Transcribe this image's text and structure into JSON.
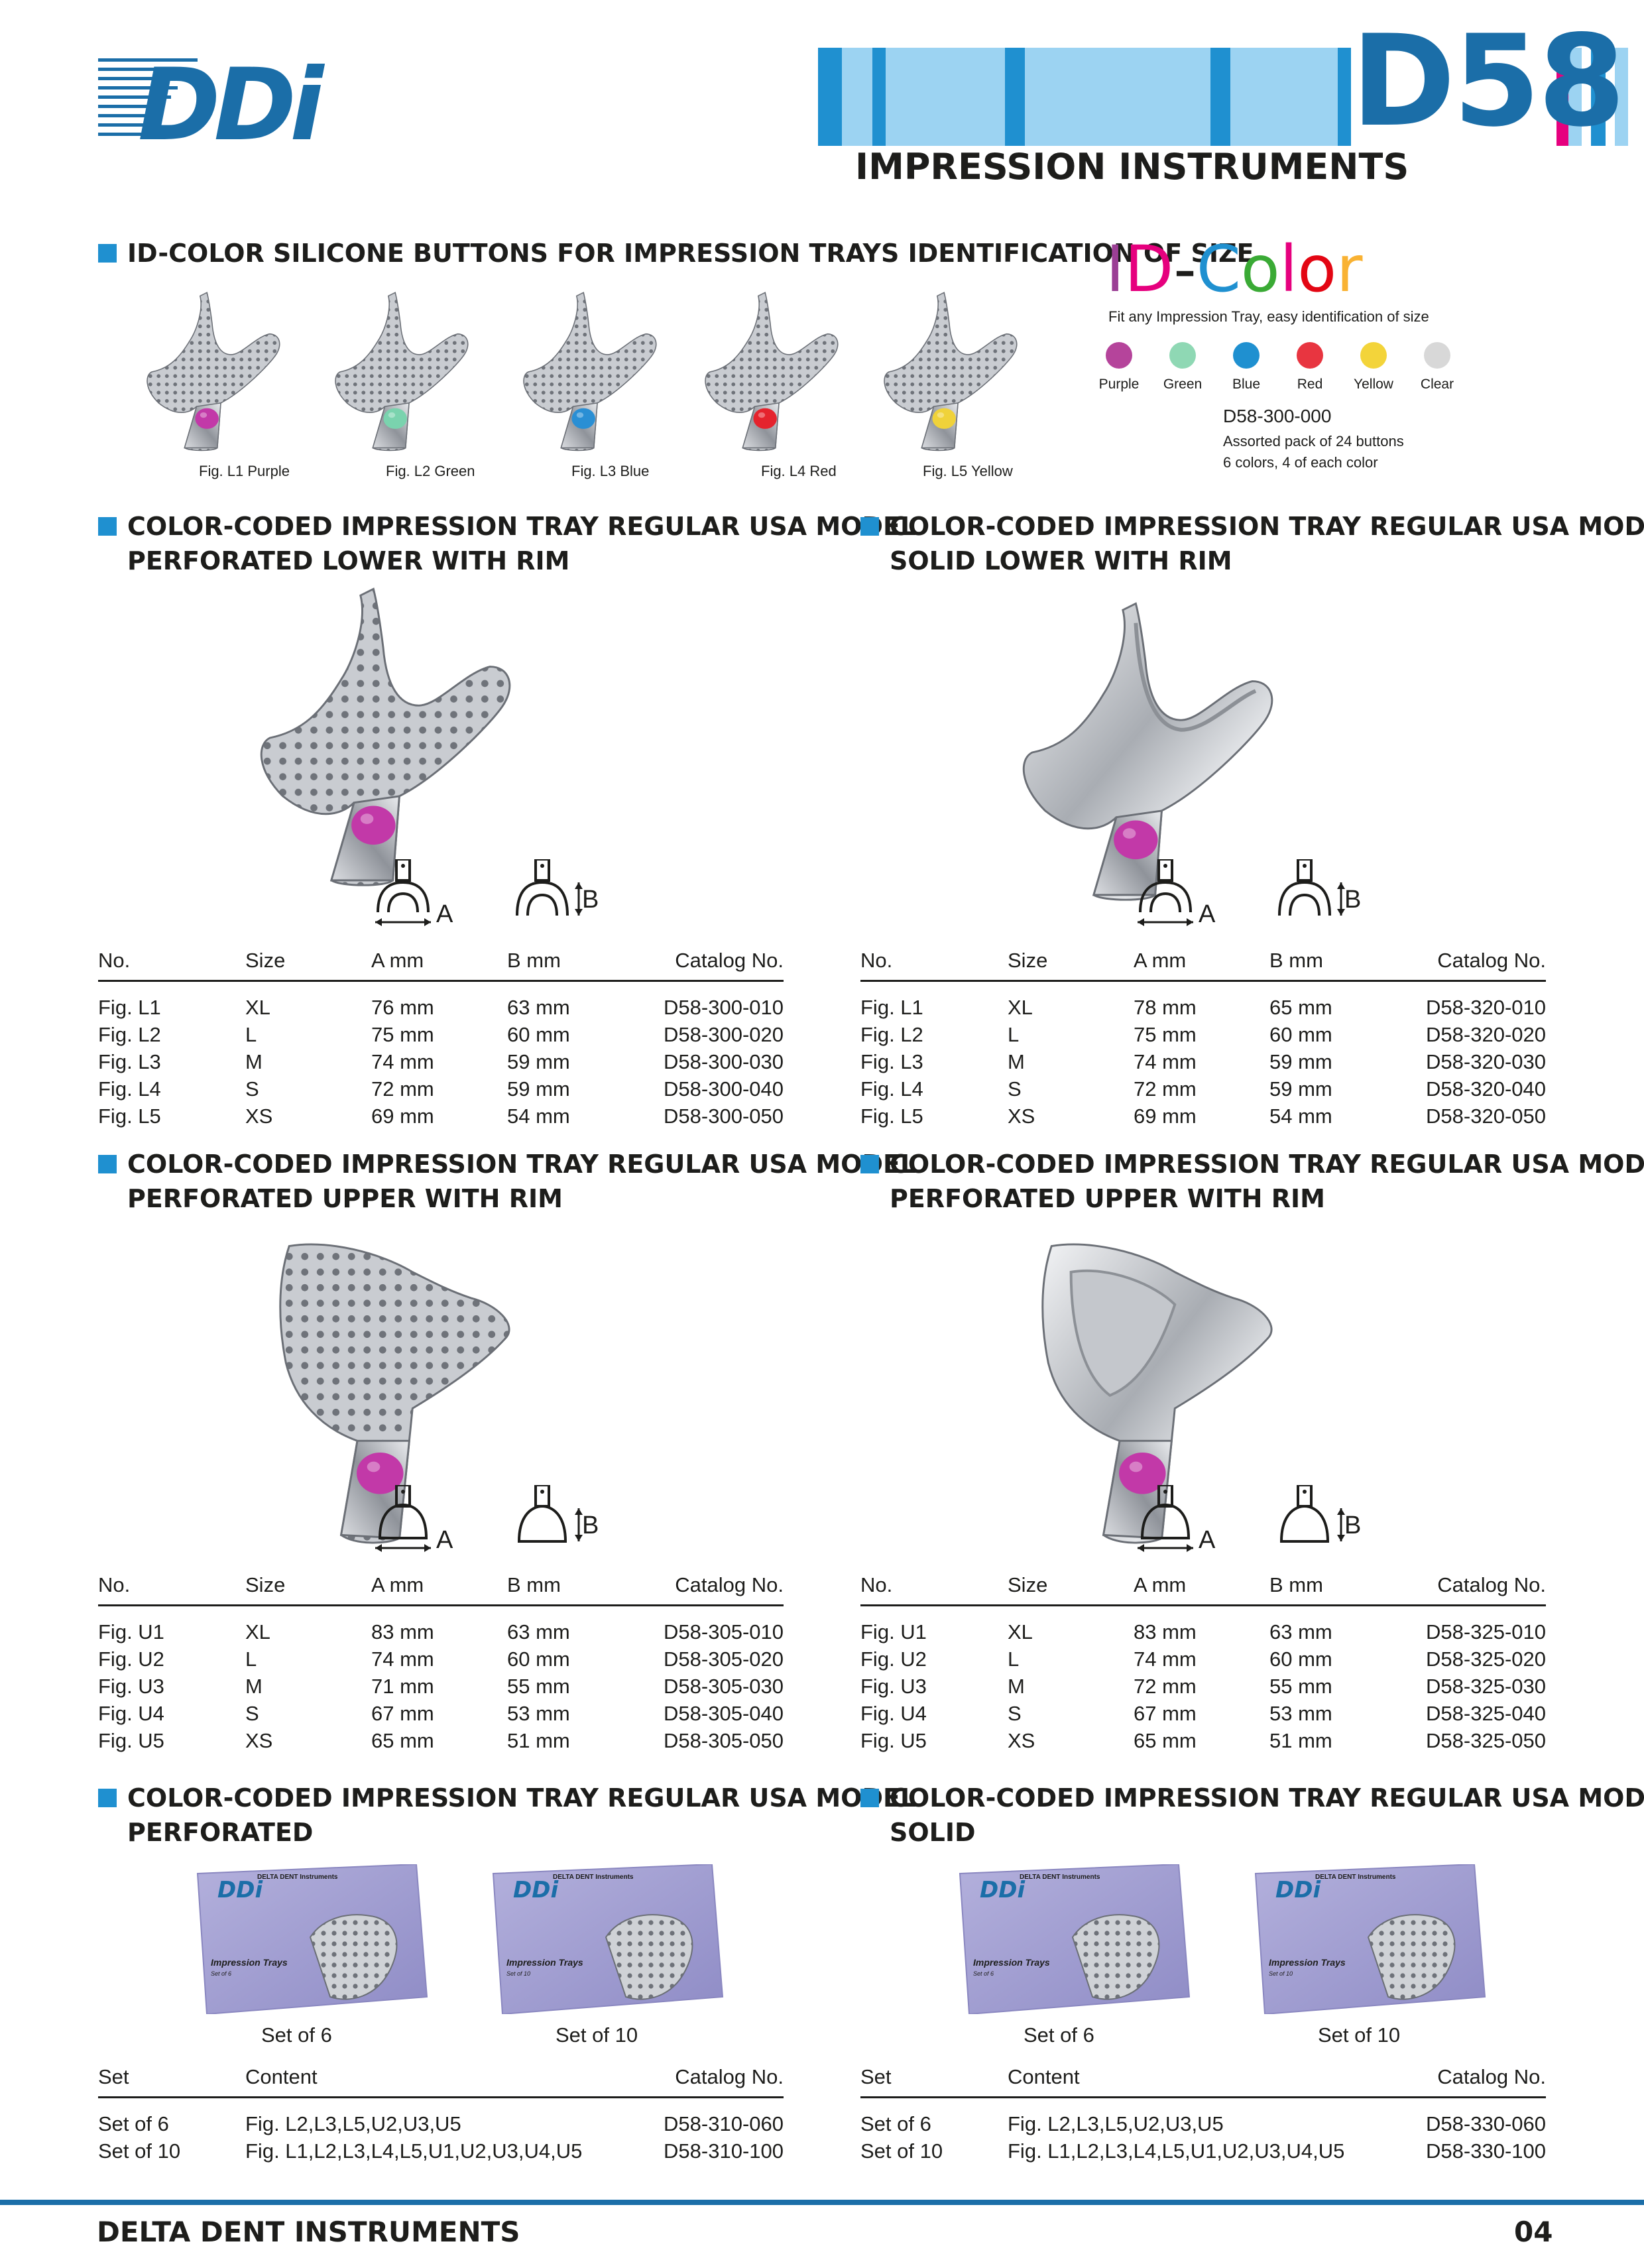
{
  "header": {
    "logo_text": "DDi",
    "code": "D58",
    "title": "IMPRESSION INSTRUMENTS"
  },
  "id_color": {
    "heading": "ID-COLOR SILICONE BUTTONS FOR IMPRESSION TRAYS IDENTIFICATION OF SIZE",
    "brand_letters": [
      {
        "ch": "I",
        "color": "#9b3f95"
      },
      {
        "ch": "D",
        "color": "#e6007e"
      },
      {
        "ch": "-",
        "color": "#1d1d1b"
      },
      {
        "ch": "C",
        "color": "#1f90d0"
      },
      {
        "ch": "o",
        "color": "#3aaa35"
      },
      {
        "ch": "l",
        "color": "#e6007e"
      },
      {
        "ch": "o",
        "color": "#e30613"
      },
      {
        "ch": "r",
        "color": "#f9b233"
      }
    ],
    "tagline": "Fit any Impression Tray, easy identification of size",
    "colors": [
      {
        "name": "Purple",
        "hex": "#b5449b"
      },
      {
        "name": "Green",
        "hex": "#8fd8b4"
      },
      {
        "name": "Blue",
        "hex": "#1f90d0"
      },
      {
        "name": "Red",
        "hex": "#e83540"
      },
      {
        "name": "Yellow",
        "hex": "#f3d43a"
      },
      {
        "name": "Clear",
        "hex": "#d8d8d8"
      }
    ],
    "catalog": "D58-300-000",
    "pack_line1": "Assorted pack of 24 buttons",
    "pack_line2": "6 colors, 4 of each color",
    "figures": [
      {
        "caption": "Fig. L1 Purple",
        "button": "#c239a8"
      },
      {
        "caption": "Fig. L2 Green",
        "button": "#7ad3ae"
      },
      {
        "caption": "Fig. L3 Blue",
        "button": "#2a8fd4"
      },
      {
        "caption": "Fig. L4 Red",
        "button": "#e5232d"
      },
      {
        "caption": "Fig. L5 Yellow",
        "button": "#f0d23a"
      }
    ]
  },
  "sections": [
    {
      "heading1": "COLOR-CODED IMPRESSION TRAY REGULAR USA MODEL",
      "heading2": "PERFORATED LOWER WITH RIM",
      "dim_a": "A",
      "dim_b": "B",
      "headers": [
        "No.",
        "Size",
        "A mm",
        "B mm",
        "Catalog No."
      ],
      "rows": [
        [
          "Fig. L1",
          "XL",
          "76 mm",
          "63 mm",
          "D58-300-010"
        ],
        [
          "Fig. L2",
          "L",
          "75 mm",
          "60 mm",
          "D58-300-020"
        ],
        [
          "Fig. L3",
          "M",
          "74 mm",
          "59 mm",
          "D58-300-030"
        ],
        [
          "Fig. L4",
          "S",
          "72 mm",
          "59 mm",
          "D58-300-040"
        ],
        [
          "Fig. L5",
          "XS",
          "69 mm",
          "54 mm",
          "D58-300-050"
        ]
      ]
    },
    {
      "heading1": "COLOR-CODED IMPRESSION TRAY REGULAR USA MODEL",
      "heading2": "SOLID LOWER WITH RIM",
      "dim_a": "A",
      "dim_b": "B",
      "headers": [
        "No.",
        "Size",
        "A mm",
        "B mm",
        "Catalog No."
      ],
      "rows": [
        [
          "Fig. L1",
          "XL",
          "78 mm",
          "65 mm",
          "D58-320-010"
        ],
        [
          "Fig. L2",
          "L",
          "75 mm",
          "60 mm",
          "D58-320-020"
        ],
        [
          "Fig. L3",
          "M",
          "74 mm",
          "59 mm",
          "D58-320-030"
        ],
        [
          "Fig. L4",
          "S",
          "72 mm",
          "59 mm",
          "D58-320-040"
        ],
        [
          "Fig. L5",
          "XS",
          "69 mm",
          "54 mm",
          "D58-320-050"
        ]
      ]
    },
    {
      "heading1": "COLOR-CODED IMPRESSION TRAY REGULAR USA MODEL",
      "heading2": "PERFORATED UPPER WITH RIM",
      "dim_a": "A",
      "dim_b": "B",
      "headers": [
        "No.",
        "Size",
        "A mm",
        "B mm",
        "Catalog No."
      ],
      "rows": [
        [
          "Fig. U1",
          "XL",
          "83 mm",
          "63 mm",
          "D58-305-010"
        ],
        [
          "Fig. U2",
          "L",
          "74 mm",
          "60 mm",
          "D58-305-020"
        ],
        [
          "Fig. U3",
          "M",
          "71 mm",
          "55 mm",
          "D58-305-030"
        ],
        [
          "Fig. U4",
          "S",
          "67 mm",
          "53 mm",
          "D58-305-040"
        ],
        [
          "Fig. U5",
          "XS",
          "65 mm",
          "51 mm",
          "D58-305-050"
        ]
      ]
    },
    {
      "heading1": "COLOR-CODED IMPRESSION TRAY REGULAR USA MODEL",
      "heading2": "PERFORATED UPPER WITH RIM",
      "dim_a": "A",
      "dim_b": "B",
      "headers": [
        "No.",
        "Size",
        "A mm",
        "B mm",
        "Catalog No."
      ],
      "rows": [
        [
          "Fig. U1",
          "XL",
          "83 mm",
          "63 mm",
          "D58-325-010"
        ],
        [
          "Fig. U2",
          "L",
          "74 mm",
          "60 mm",
          "D58-325-020"
        ],
        [
          "Fig. U3",
          "M",
          "72 mm",
          "55 mm",
          "D58-325-030"
        ],
        [
          "Fig. U4",
          "S",
          "67 mm",
          "53 mm",
          "D58-325-040"
        ],
        [
          "Fig. U5",
          "XS",
          "65 mm",
          "51 mm",
          "D58-325-050"
        ]
      ]
    }
  ],
  "sets": [
    {
      "heading1": "COLOR-CODED IMPRESSION TRAY REGULAR USA MODEL",
      "heading2": "PERFORATED",
      "captions": [
        "Set of 6",
        "Set of 10"
      ],
      "box_brand": "DELTA DENT Instruments",
      "box_title": "Impression Trays",
      "box_subtitles": [
        "Set of 6",
        "Set of 10"
      ],
      "headers": [
        "Set",
        "Content",
        "Catalog No."
      ],
      "rows": [
        [
          "Set of 6",
          "Fig. L2,L3,L5,U2,U3,U5",
          "D58-310-060"
        ],
        [
          "Set of 10",
          "Fig. L1,L2,L3,L4,L5,U1,U2,U3,U4,U5",
          "D58-310-100"
        ]
      ]
    },
    {
      "heading1": "COLOR-CODED IMPRESSION TRAY REGULAR USA MODEL",
      "heading2": "SOLID",
      "captions": [
        "Set of 6",
        "Set of 10"
      ],
      "box_brand": "DELTA DENT Instruments",
      "box_title": "Impression Trays",
      "box_subtitles": [
        "Set of 6",
        "Set of 10"
      ],
      "headers": [
        "Set",
        "Content",
        "Catalog No."
      ],
      "rows": [
        [
          "Set of 6",
          "Fig. L2,L3,L5,U2,U3,U5",
          "D58-330-060"
        ],
        [
          "Set of 10",
          "Fig. L1,L2,L3,L4,L5,U1,U2,U3,U4,U5",
          "D58-330-100"
        ]
      ]
    }
  ],
  "footer": {
    "company": "DELTA DENT INSTRUMENTS",
    "page": "04"
  }
}
